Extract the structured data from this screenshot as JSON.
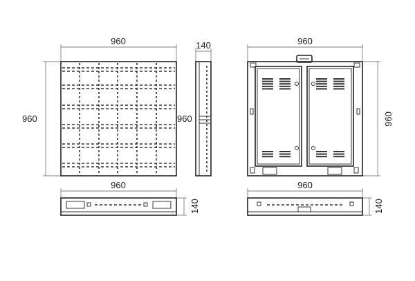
{
  "dimensions": {
    "front_width": "960",
    "front_height": "960",
    "side_depth": "140",
    "side_height": "960",
    "rear_width": "960",
    "rear_height": "960",
    "bottom_front_width": "960",
    "bottom_front_depth": "140",
    "bottom_rear_width": "960",
    "bottom_rear_depth": "140"
  }
}
